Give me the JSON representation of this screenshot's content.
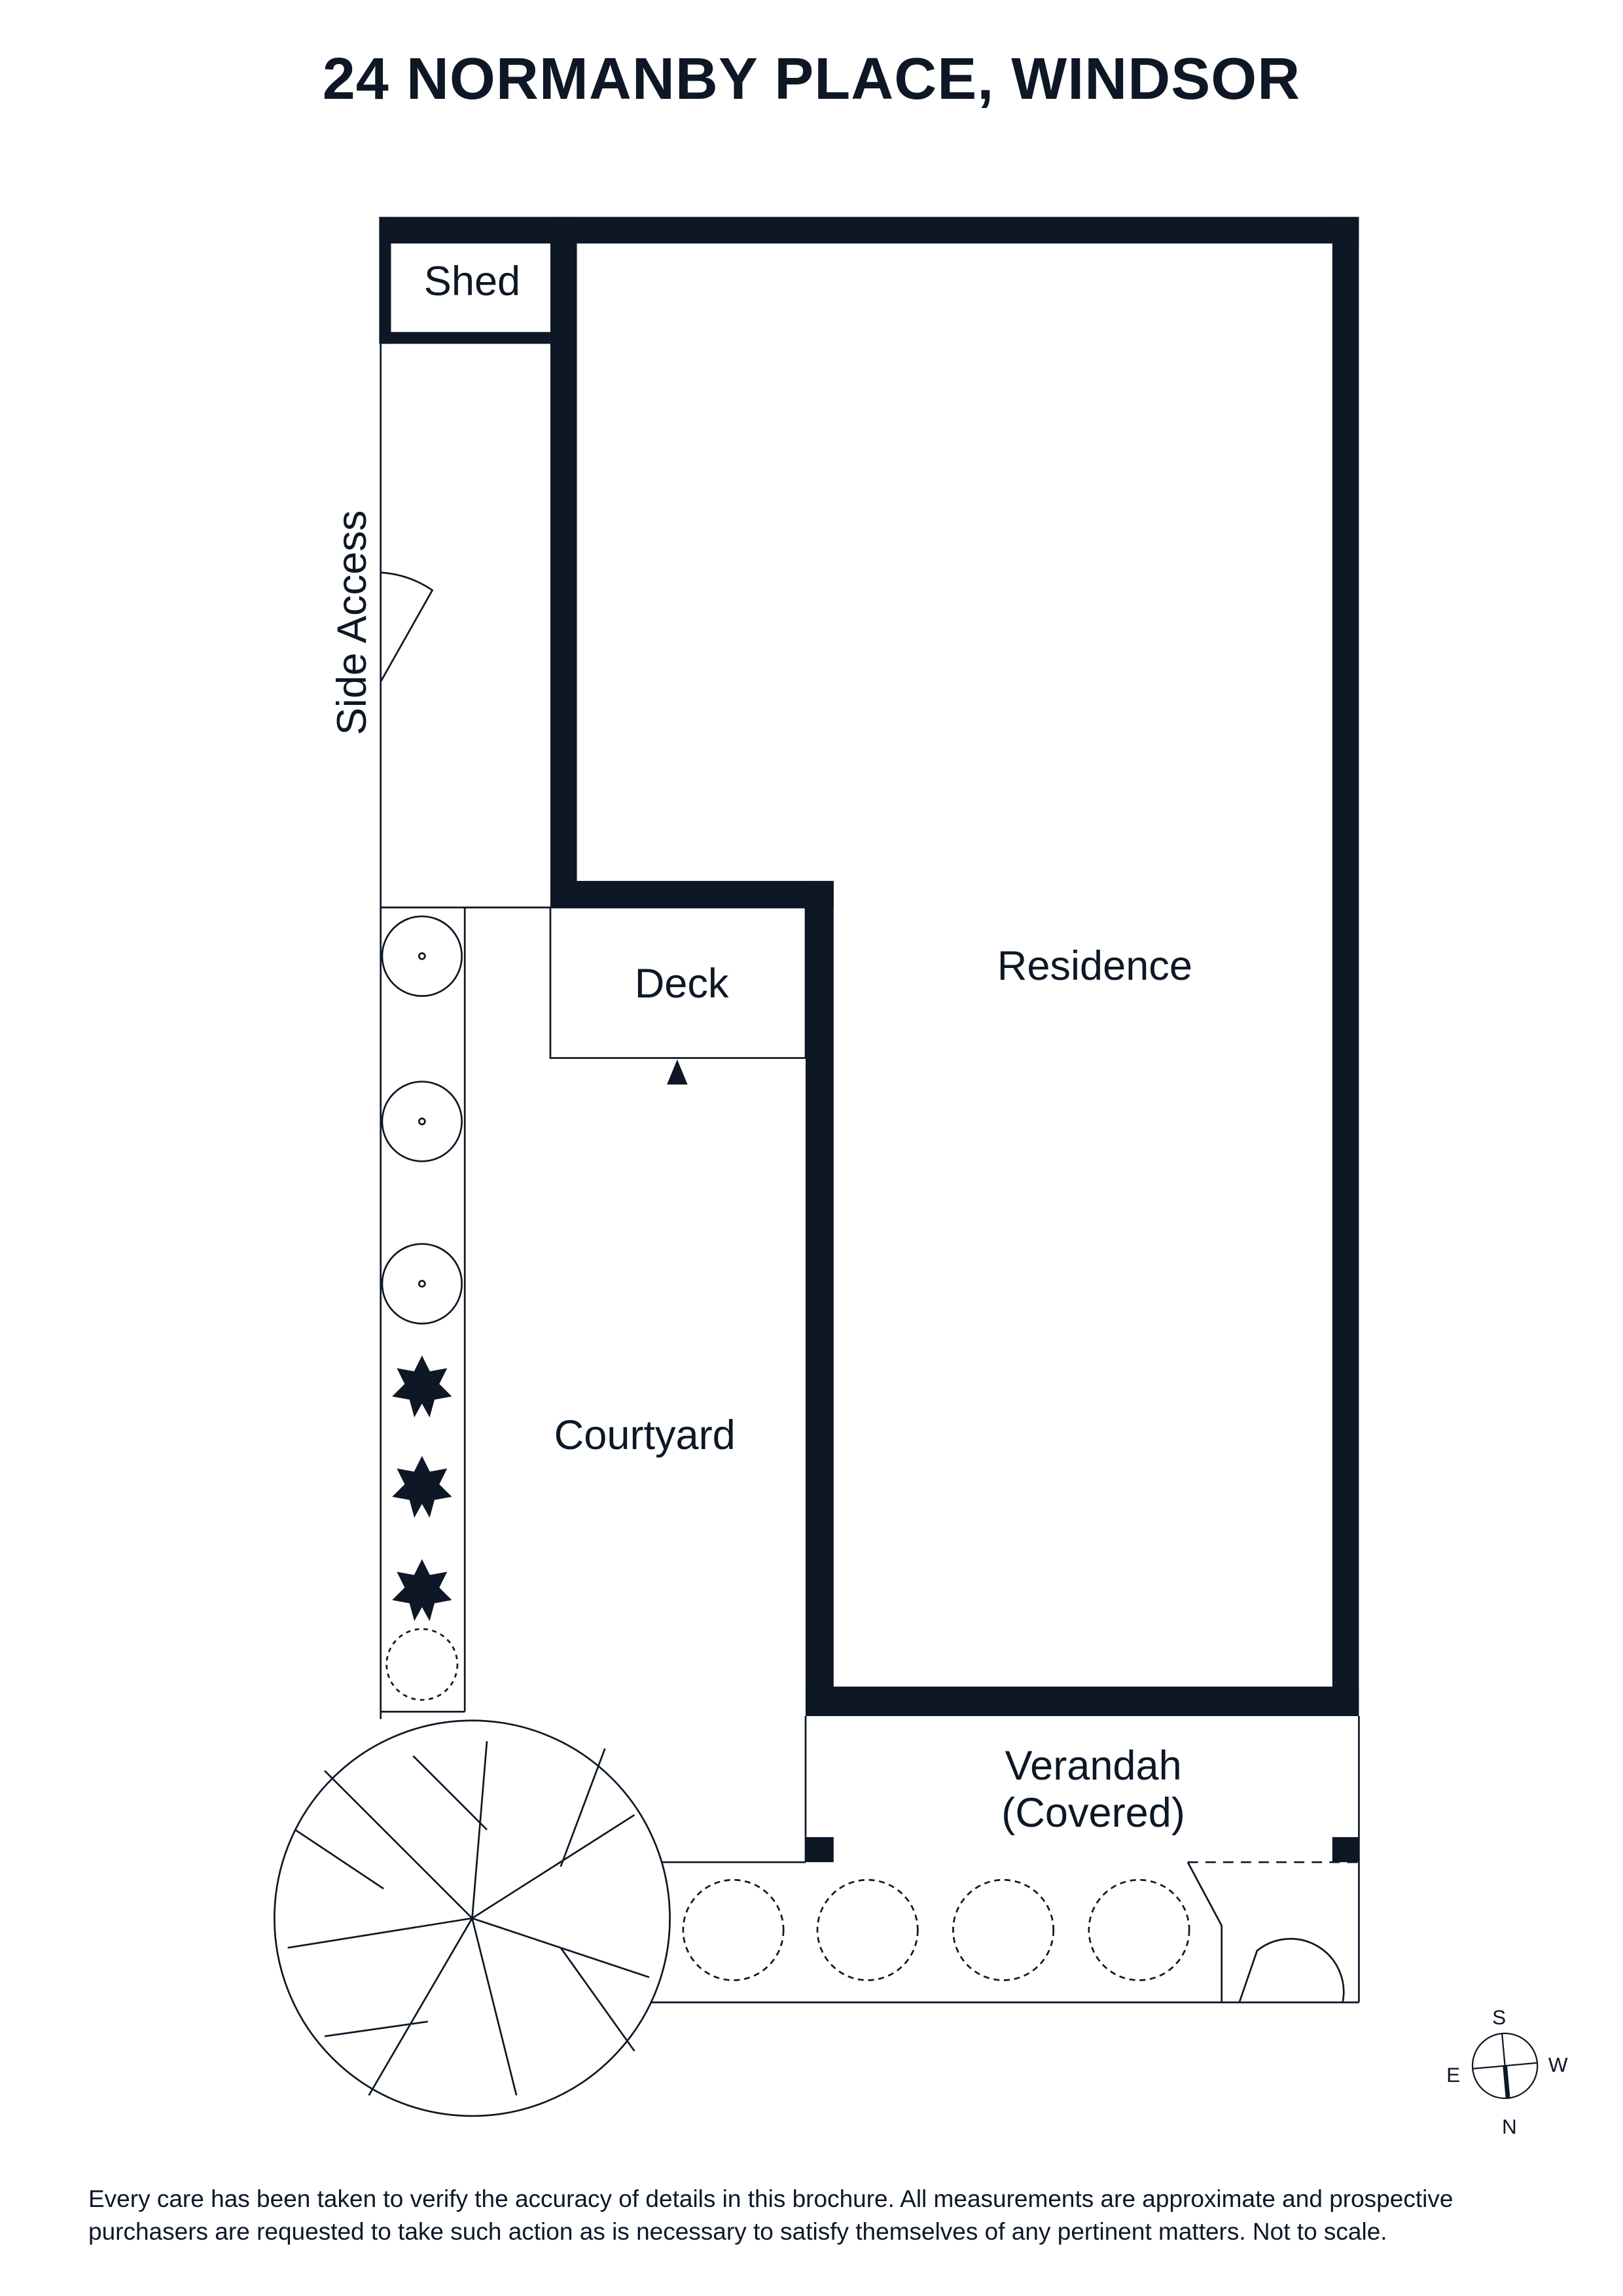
{
  "title": "24 NORMANBY PLACE, WINDSOR",
  "rooms": {
    "shed": "Shed",
    "side_access": "Side Access",
    "deck": "Deck",
    "residence": "Residence",
    "courtyard": "Courtyard",
    "verandah_line1": "Verandah",
    "verandah_line2": "(Covered)"
  },
  "compass": {
    "s": "S",
    "w": "W",
    "e": "E",
    "n": "N"
  },
  "disclaimer": "Every care has been taken to verify the accuracy of details in this brochure. All measurements are approximate and prospective purchasers are requested to take such action as is necessary to satisfy themselves of any pertinent matters. Not to scale.",
  "colors": {
    "wall": "#0d1726"
  }
}
